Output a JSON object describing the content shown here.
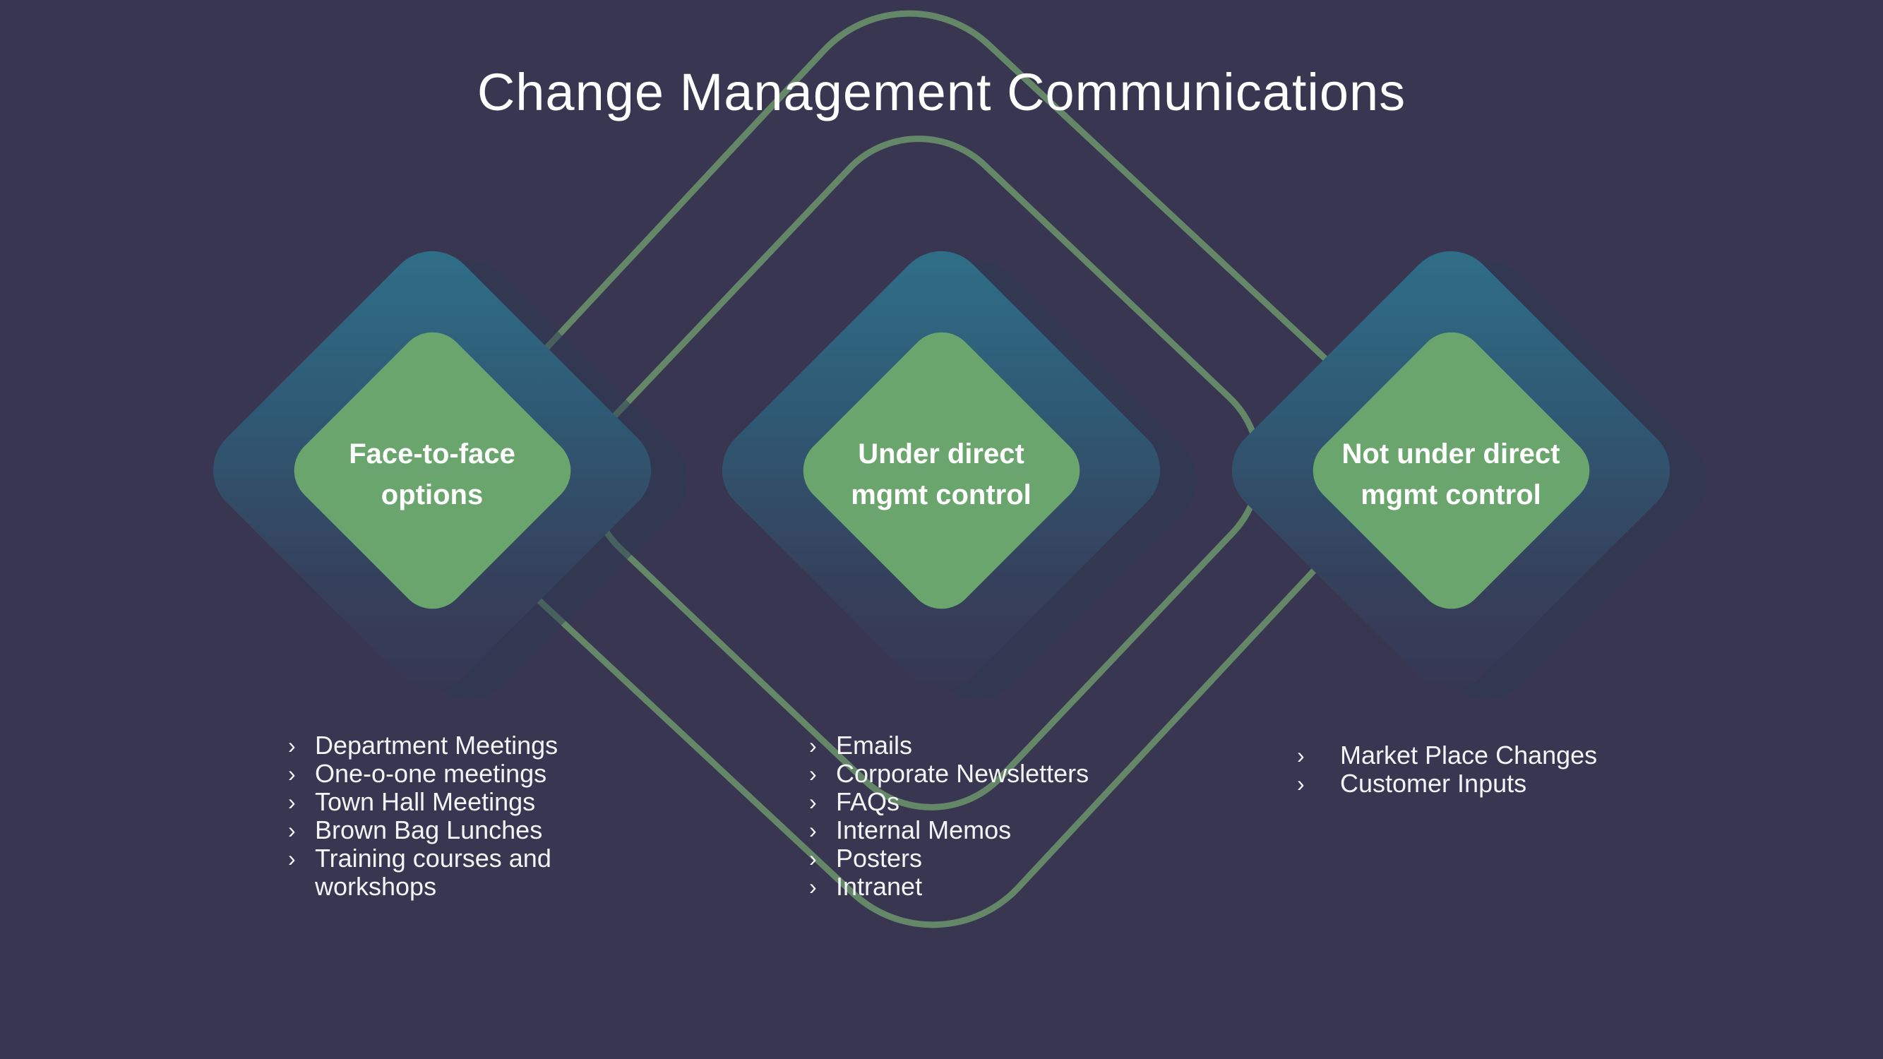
{
  "slide": {
    "title": "Change Management Communications",
    "bullet_char": "›",
    "colors": {
      "background": "#383650",
      "diamond_teal": "#2F7089",
      "diamond_teal_dark": "#373552",
      "diamond_green": "#6AA56E",
      "outline_green": "#6F9B6B",
      "text": "#FFFFFF"
    },
    "groups": [
      {
        "label_line1": "Face-to-face",
        "label_line2": "options",
        "items": [
          "Department Meetings",
          "One-o-one meetings",
          "Town Hall Meetings",
          "Brown Bag Lunches",
          "Training  courses and workshops"
        ]
      },
      {
        "label_line1": "Under direct",
        "label_line2": "mgmt control",
        "items": [
          "Emails",
          "Corporate Newsletters",
          "FAQs",
          "Internal Memos",
          "Posters",
          "Intranet"
        ]
      },
      {
        "label_line1": "Not under direct",
        "label_line2": "mgmt control",
        "items": [
          "Market Place Changes",
          "Customer Inputs"
        ]
      }
    ]
  }
}
